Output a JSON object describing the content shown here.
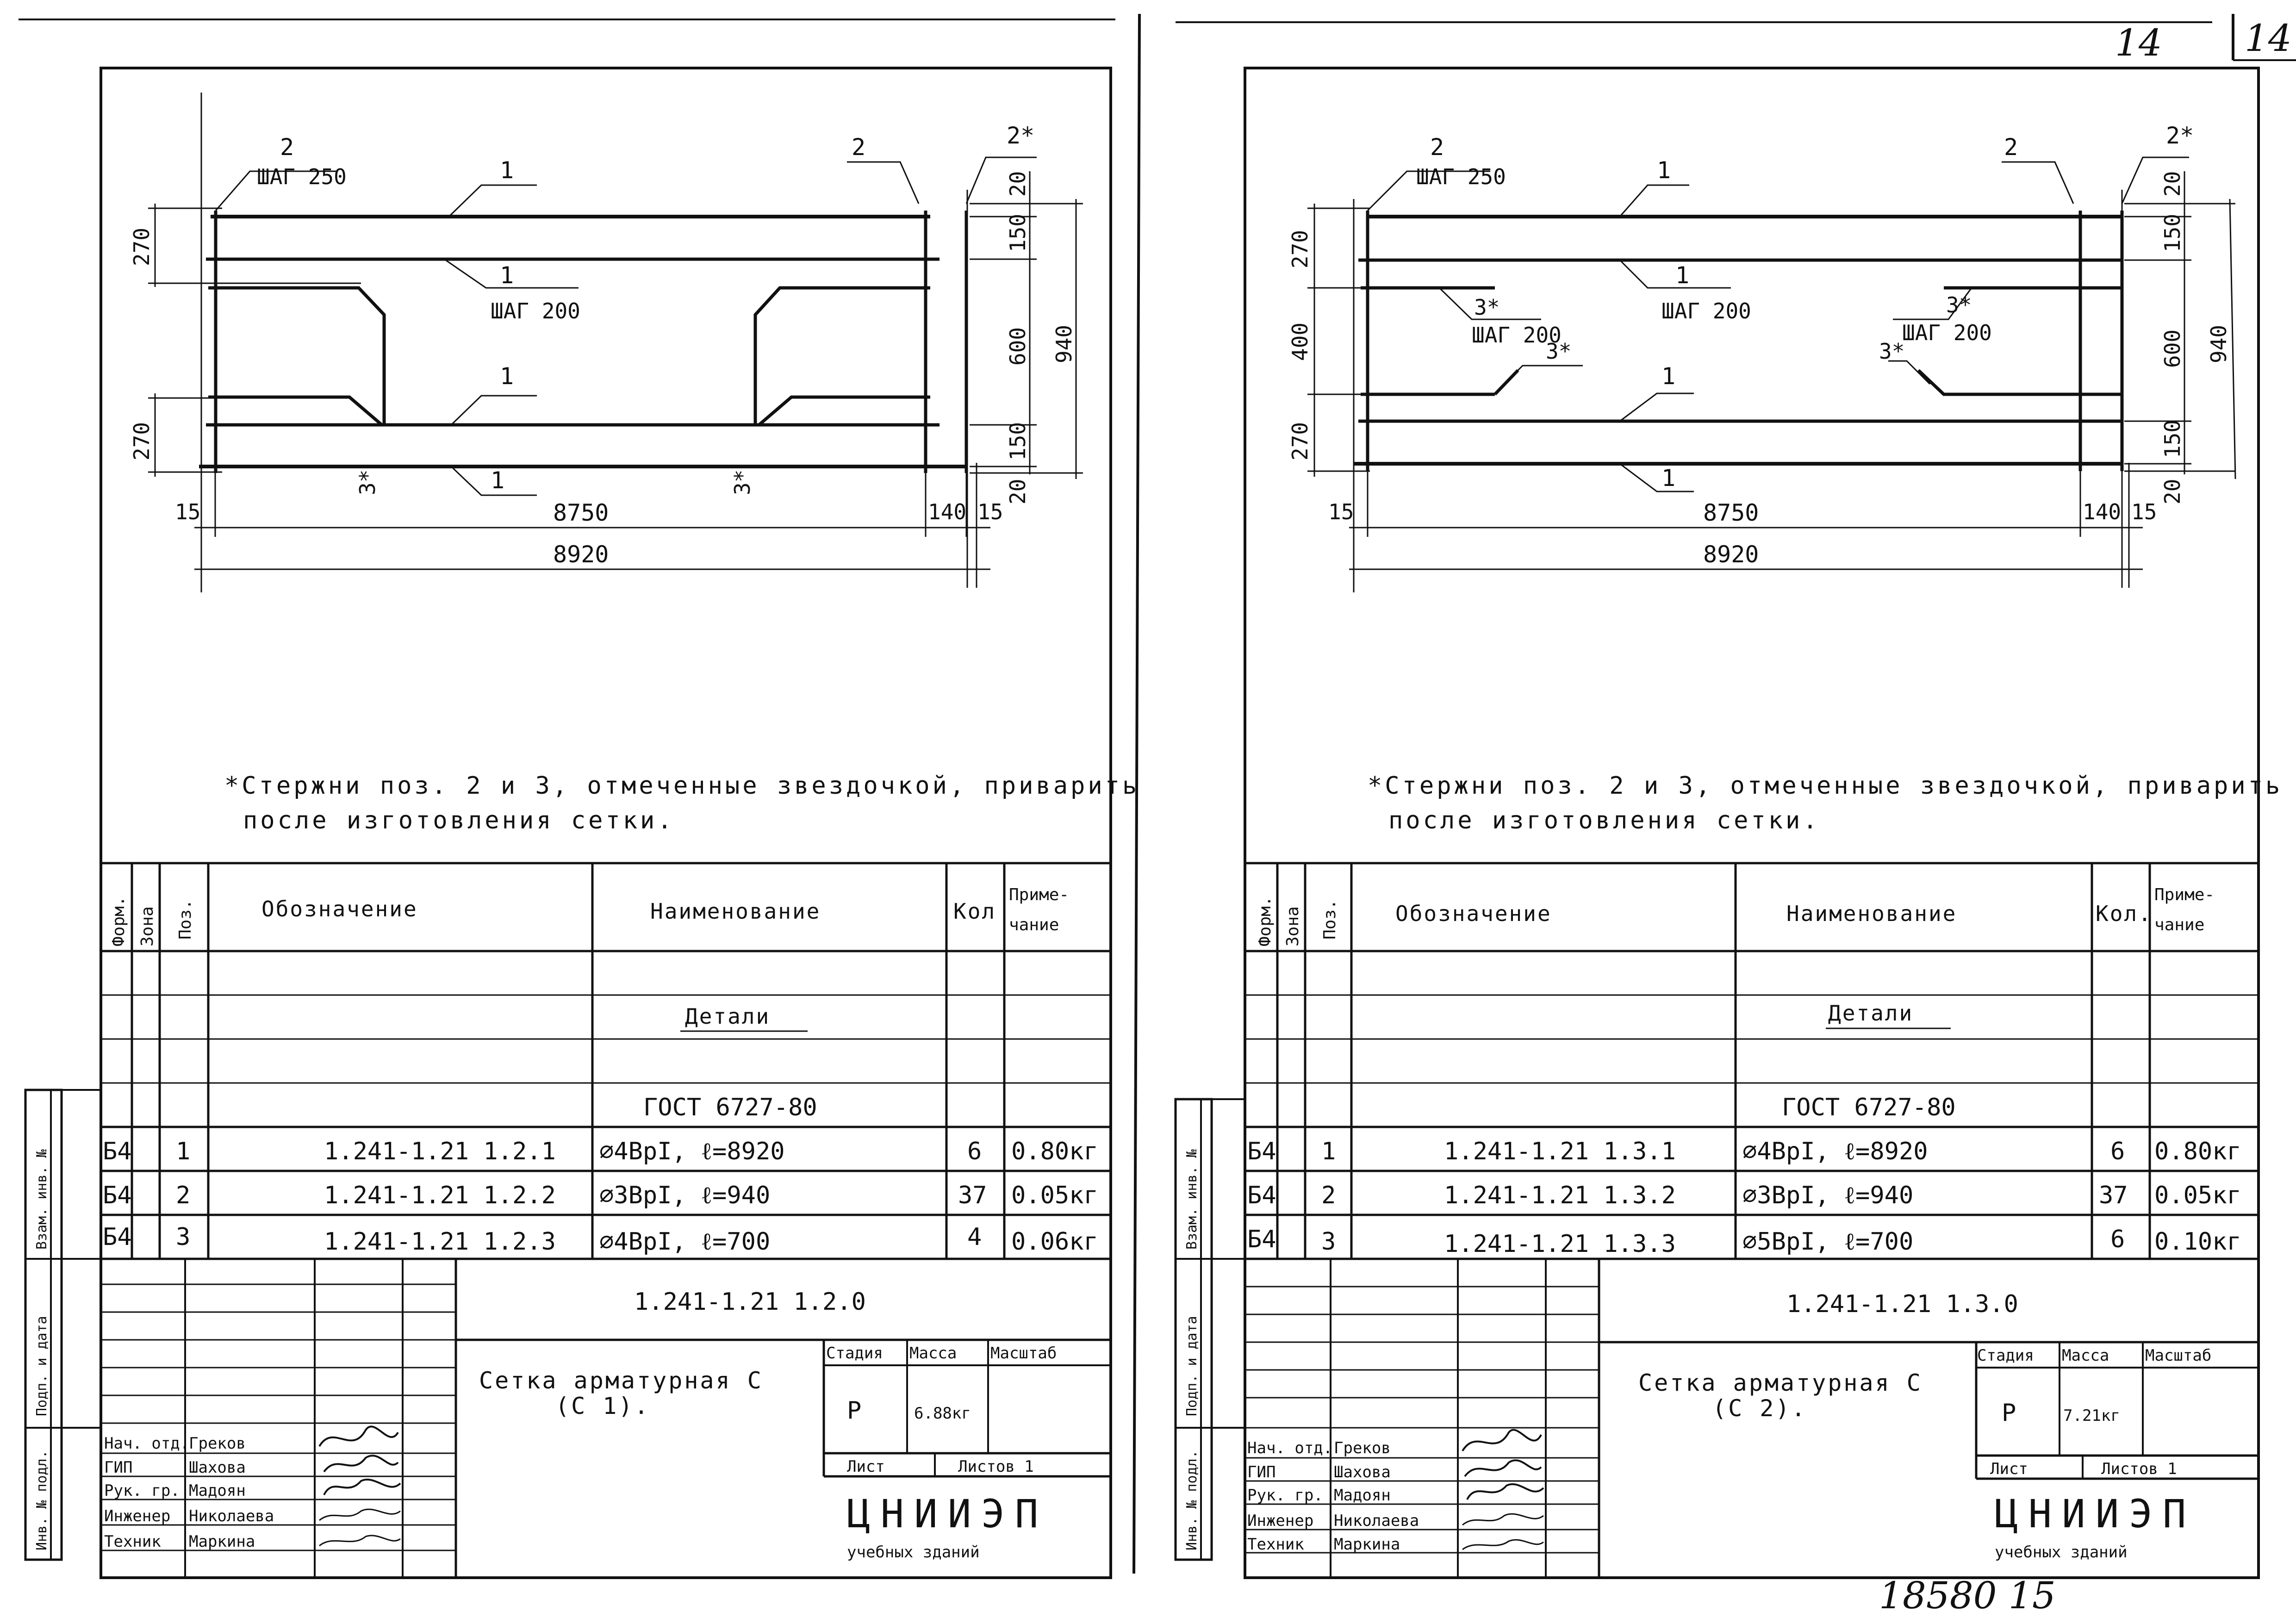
{
  "page": {
    "sheet_no_handwritten": "14",
    "sheet_no_box": "14",
    "archive_code": "18580  15"
  },
  "sheets": [
    {
      "drawing": {
        "labels": {
          "pos2_left": "2",
          "pitch250": "ШАГ 250",
          "pos2_right": "2",
          "pos2_star": "2*",
          "pos1_top": "1",
          "pos1_pitch": "1",
          "pitch200": "ШАГ 200",
          "pos1_mid": "1",
          "pos1_bottom": "1",
          "pos3_left": "3*",
          "pos3_right": "3*"
        },
        "dims": {
          "d270_top": "270",
          "d270_bottom": "270",
          "d20_top": "20",
          "d150_top": "150",
          "d600": "600",
          "d150_bottom": "150",
          "d20_bottom": "20",
          "d940": "940",
          "d15_left": "15",
          "d8750": "8750",
          "d140": "140",
          "d15_right": "15",
          "d8920": "8920"
        }
      },
      "note_line1": "*Стержни поз. 2 и 3, отмеченные звездочкой, приварить",
      "note_line2": "после изготовления сетки.",
      "spec_header": {
        "format": "Форм.",
        "zone": "Зона",
        "pos": "Поз.",
        "designation": "Обозначение",
        "name": "Наименование",
        "qty": "Кол",
        "note1": "Приме-",
        "note2": "чание"
      },
      "section_title": "Детали",
      "gost": "ГОСТ 6727-80",
      "rows": [
        {
          "format": "Б4",
          "pos": "1",
          "designation": "1.241-1.21 1.2.1",
          "name": "⌀4ВрI,  ℓ=8920",
          "qty": "6",
          "note": "0.80кг"
        },
        {
          "format": "Б4",
          "pos": "2",
          "designation": "1.241-1.21 1.2.2",
          "name": "⌀3ВрI,  ℓ=940",
          "qty": "37",
          "note": "0.05кг"
        },
        {
          "format": "Б4",
          "pos": "3",
          "designation": "1.241-1.21 1.2.3",
          "name": "⌀4ВрI,  ℓ=700",
          "qty": "4",
          "note": "0.06кг"
        }
      ],
      "side_labels": {
        "inv_replace": "Взам. инв. №",
        "sign_date": "Подп. и дата",
        "inv_orig": "Инв. № подл."
      },
      "title_block": {
        "doc_code": "1.241-1.21 1.2.0",
        "title1": "Сетка  арматурная  С",
        "title2": "(С 1).",
        "stage_label": "Стадия",
        "mass_label": "Масса",
        "scale_label": "Масштаб",
        "stage": "Р",
        "mass": "6.88кг",
        "sheet_label": "Лист",
        "sheets_label": "Листов 1",
        "org": "ЦНИИЭП",
        "org_sub": "учебных  зданий",
        "staff": [
          {
            "role": "Нач. отд.",
            "name": "Греков"
          },
          {
            "role": "ГИП",
            "name": "Шахова"
          },
          {
            "role": "Рук. гр.",
            "name": "Мадоян"
          },
          {
            "role": "Инженер",
            "name": "Николаева"
          },
          {
            "role": "Техник",
            "name": "Маркина"
          }
        ]
      }
    },
    {
      "drawing": {
        "labels": {
          "pos2_left": "2",
          "pitch250": "ШАГ 250",
          "pos2_right": "2",
          "pos2_star": "2*",
          "pos1_top": "1",
          "pos1_pitch": "1",
          "pitch200": "ШАГ 200",
          "pos1_mid": "1",
          "pos1_bottom": "1",
          "pos3_a": "3*",
          "pitch200_a": "ШАГ 200",
          "pos3_b": "3*",
          "pos3_c": "3*",
          "pitch200_c": "ШАГ 200",
          "pos3_d": "3*"
        },
        "dims": {
          "d270_top": "270",
          "d400": "400",
          "d270_bottom": "270",
          "d20_top": "20",
          "d150_top": "150",
          "d600": "600",
          "d150_bottom": "150",
          "d20_bottom": "20",
          "d940": "940",
          "d15_left": "15",
          "d8750": "8750",
          "d140": "140",
          "d15_right": "15",
          "d8920": "8920"
        }
      },
      "note_line1": "*Стержни поз. 2 и 3, отмеченные звездочкой, приварить",
      "note_line2": "после изготовления сетки.",
      "spec_header": {
        "format": "Форм.",
        "zone": "Зона",
        "pos": "Поз.",
        "designation": "Обозначение",
        "name": "Наименование",
        "qty": "Кол.",
        "note1": "Приме-",
        "note2": "чание"
      },
      "section_title": "Детали",
      "gost": "ГОСТ 6727-80",
      "rows": [
        {
          "format": "Б4",
          "pos": "1",
          "designation": "1.241-1.21 1.3.1",
          "name": "⌀4ВрI,  ℓ=8920",
          "qty": "6",
          "note": "0.80кг"
        },
        {
          "format": "Б4",
          "pos": "2",
          "designation": "1.241-1.21 1.3.2",
          "name": "⌀3ВрI,  ℓ=940",
          "qty": "37",
          "note": "0.05кг"
        },
        {
          "format": "Б4",
          "pos": "3",
          "designation": "1.241-1.21 1.3.3",
          "name": "⌀5ВрI,  ℓ=700",
          "qty": "6",
          "note": "0.10кг"
        }
      ],
      "side_labels": {
        "inv_replace": "Взам. инв. №",
        "sign_date": "Подп. и дата",
        "inv_orig": "Инв. № подл."
      },
      "title_block": {
        "doc_code": "1.241-1.21 1.3.0",
        "title1": "Сетка  арматурная  С",
        "title2": "(С 2).",
        "stage_label": "Стадия",
        "mass_label": "Масса",
        "scale_label": "Масштаб",
        "stage": "Р",
        "mass": "7.21кг",
        "sheet_label": "Лист",
        "sheets_label": "Листов 1",
        "org": "ЦНИИЭП",
        "org_sub": "учебных  зданий",
        "staff": [
          {
            "role": "Нач. отд.",
            "name": "Греков"
          },
          {
            "role": "ГИП",
            "name": "Шахова"
          },
          {
            "role": "Рук. гр.",
            "name": "Мадоян"
          },
          {
            "role": "Инженер",
            "name": "Николаева"
          },
          {
            "role": "Техник",
            "name": "Маркина"
          }
        ]
      }
    }
  ]
}
